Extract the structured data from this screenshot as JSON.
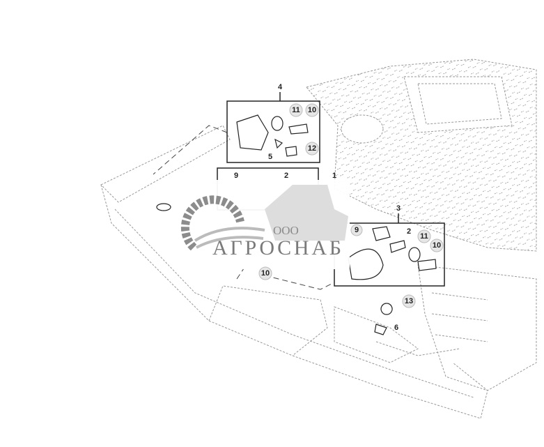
{
  "diagram": {
    "callouts": [
      {
        "label": "4",
        "style": "plain"
      },
      {
        "label": "11",
        "style": "circle"
      },
      {
        "label": "10",
        "style": "circle"
      },
      {
        "label": "5",
        "style": "plain"
      },
      {
        "label": "12",
        "style": "circle"
      },
      {
        "label": "9",
        "style": "plain"
      },
      {
        "label": "2",
        "style": "plain"
      },
      {
        "label": "1",
        "style": "plain"
      },
      {
        "label": "3",
        "style": "plain"
      },
      {
        "label": "9",
        "style": "circle"
      },
      {
        "label": "2",
        "style": "plain"
      },
      {
        "label": "11",
        "style": "circle"
      },
      {
        "label": "10",
        "style": "circle"
      },
      {
        "label": "10",
        "style": "circle"
      },
      {
        "label": "13",
        "style": "circle"
      },
      {
        "label": "6",
        "style": "plain"
      }
    ]
  },
  "watermark": {
    "prefix": "ООО",
    "name": "АГРОСНАБ"
  },
  "colors": {
    "line": "#333333",
    "hatch": "#9a9a9a",
    "watermark": "#7a7a7a"
  }
}
